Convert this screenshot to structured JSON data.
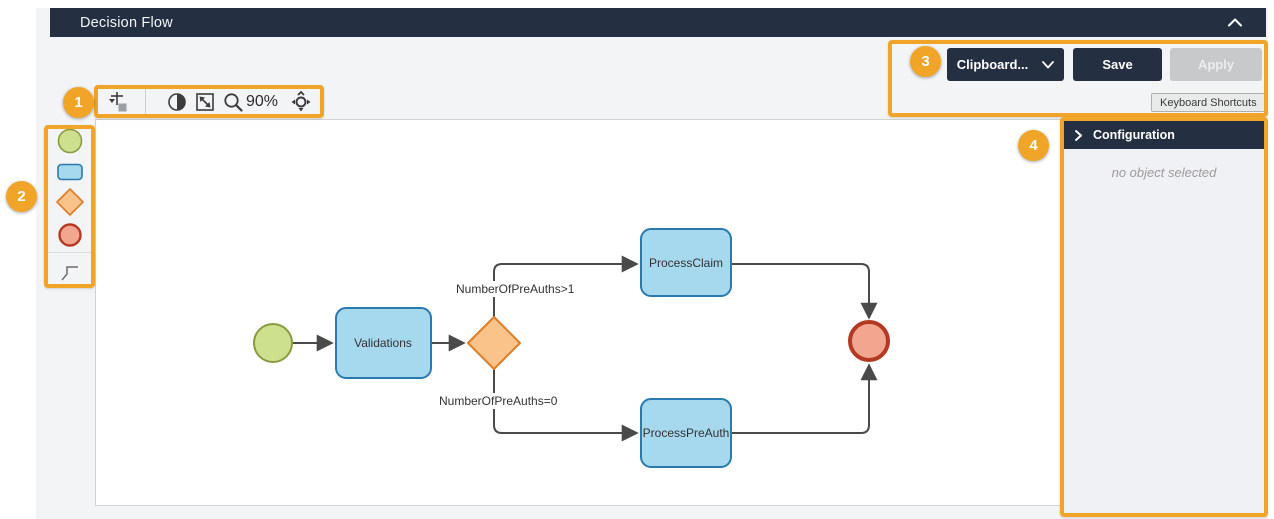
{
  "header": {
    "title": "Decision Flow"
  },
  "toolbar": {
    "zoom_level": "90%"
  },
  "palette": {
    "items": [
      {
        "name": "start-event"
      },
      {
        "name": "task"
      },
      {
        "name": "exclusive-gateway"
      },
      {
        "name": "end-event"
      },
      {
        "name": "script-task"
      }
    ]
  },
  "actions": {
    "clipboard": "Clipboard...",
    "save": "Save",
    "apply": "Apply",
    "keyboard_shortcuts": "Keyboard Shortcuts"
  },
  "config_panel": {
    "title": "Configuration",
    "empty_message": "no object selected"
  },
  "diagram": {
    "nodes": [
      {
        "id": "start",
        "type": "start-event",
        "label": ""
      },
      {
        "id": "validations",
        "type": "task",
        "label": "Validations"
      },
      {
        "id": "gateway",
        "type": "exclusive-gateway",
        "label": ""
      },
      {
        "id": "process-claim",
        "type": "task",
        "label": "ProcessClaim"
      },
      {
        "id": "process-pre-auth",
        "type": "task",
        "label": "ProcessPreAuth"
      },
      {
        "id": "end",
        "type": "end-event",
        "label": ""
      }
    ],
    "edges": [
      {
        "from": "start",
        "to": "validations",
        "label": ""
      },
      {
        "from": "validations",
        "to": "gateway",
        "label": ""
      },
      {
        "from": "gateway",
        "to": "process-claim",
        "label": "NumberOfPreAuths>1"
      },
      {
        "from": "gateway",
        "to": "process-pre-auth",
        "label": "NumberOfPreAuths=0"
      },
      {
        "from": "process-claim",
        "to": "end",
        "label": ""
      },
      {
        "from": "process-pre-auth",
        "to": "end",
        "label": ""
      }
    ]
  },
  "callouts": [
    {
      "number": "1"
    },
    {
      "number": "2"
    },
    {
      "number": "3"
    },
    {
      "number": "4"
    }
  ],
  "colors": {
    "accent_orange": "#F0A529",
    "navy": "#252F42",
    "page_background": "#F3F4F6",
    "start_event_fill": "#CDE08E",
    "start_event_stroke": "#8A9B40",
    "task_fill": "#A6D8EE",
    "task_stroke": "#2A7AB0",
    "gateway_fill": "#F9C38A",
    "gateway_stroke": "#DD7D27",
    "end_event_fill": "#F2A68F",
    "end_event_stroke": "#B53922",
    "edge_stroke": "#4A4A4A"
  }
}
